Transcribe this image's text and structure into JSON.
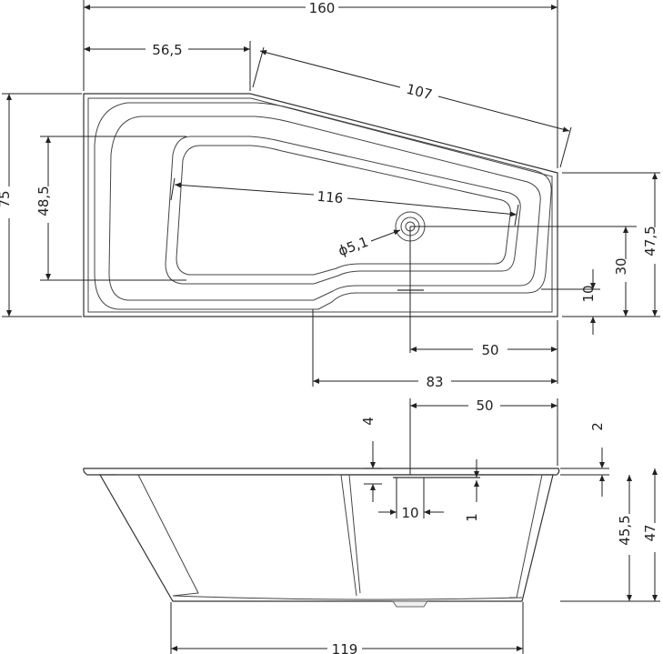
{
  "dimensions": {
    "overall_width": "160",
    "left_straight_top": "56,5",
    "sloped_side": "107",
    "height_total": "75",
    "inner_height_left": "48,5",
    "inner_length": "116",
    "drain_diameter": "ϕ5,1",
    "right_height": "47,5",
    "drain_to_edge_height": "30",
    "drain_offset_bottom": "10",
    "drain_from_right": "50",
    "bottom_right_segment": "83",
    "side_drain_from_right": "50",
    "rim_thickness_left": "4",
    "rim_thickness_right": "2",
    "drain_width": "10",
    "drain_height": "1",
    "inner_depth": "45,5",
    "outer_depth": "47",
    "bottom_length": "119"
  }
}
